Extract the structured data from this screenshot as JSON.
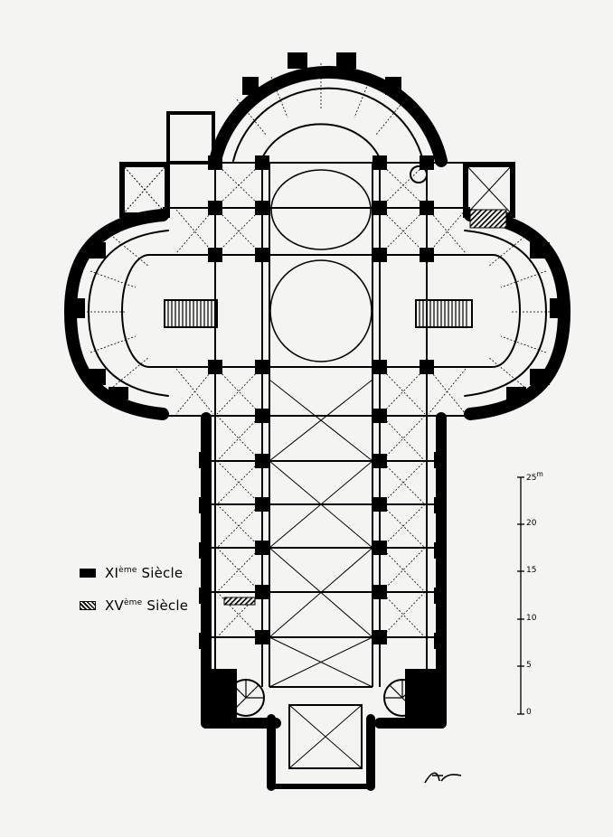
{
  "legend": {
    "items": [
      {
        "roman": "XI",
        "sup": "ème",
        "label": "Siècle",
        "fill": "#000000"
      },
      {
        "roman": "XV",
        "sup": "ème",
        "label": "Siècle",
        "fill": "hatch"
      }
    ]
  },
  "scale": {
    "ticks": [
      "0",
      "5",
      "10",
      "15",
      "20",
      "25"
    ],
    "unit": "m"
  },
  "signature": "AR",
  "colors": {
    "ink": "#000000",
    "paper": "#f4f4f2"
  }
}
